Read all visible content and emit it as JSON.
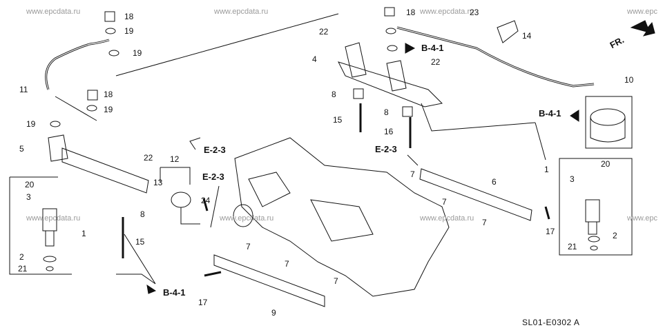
{
  "watermark": "www.epcdata.ru",
  "watermark_short": "www.epc",
  "diagram_code": "SL01-E0302",
  "diagram_code_suffix": "A",
  "front_marker": "FR.",
  "refs": {
    "b41": "B-4-1",
    "e23": "E-2-3"
  },
  "callouts": {
    "n1": "1",
    "n2": "2",
    "n3": "3",
    "n4": "4",
    "n5": "5",
    "n6": "6",
    "n7": "7",
    "n8": "8",
    "n9": "9",
    "n10": "10",
    "n11": "11",
    "n12": "12",
    "n13": "13",
    "n14": "14",
    "n15": "15",
    "n16": "16",
    "n17": "17",
    "n18": "18",
    "n19": "19",
    "n20": "20",
    "n21": "21",
    "n22": "22",
    "n23": "23",
    "n24": "24"
  }
}
